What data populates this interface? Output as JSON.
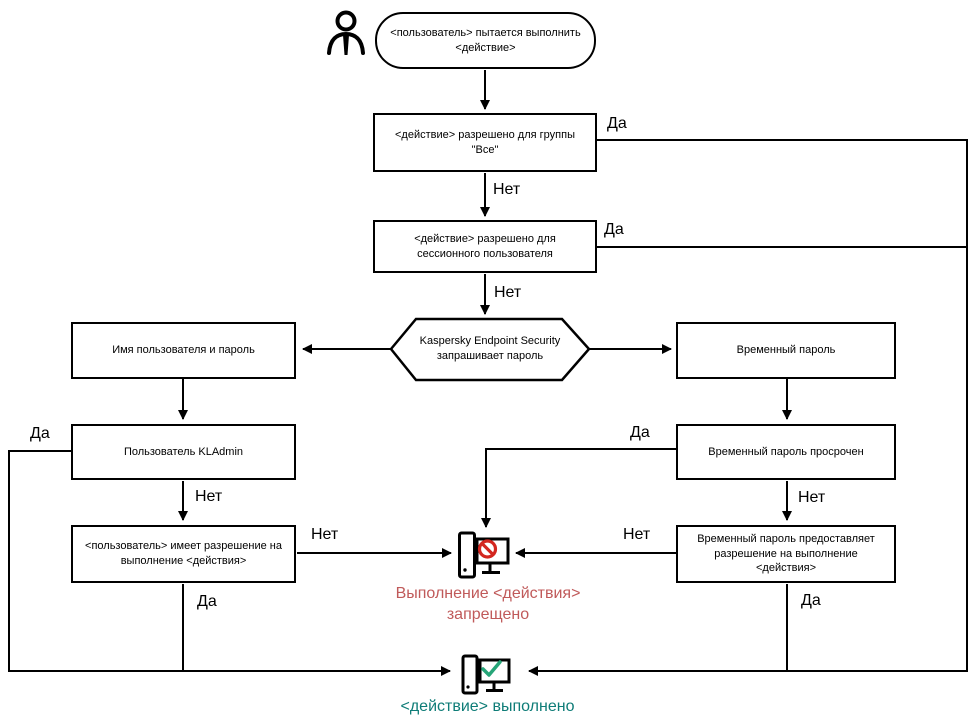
{
  "labels": {
    "yes": "Да",
    "no": "Нет"
  },
  "colors": {
    "line": "#000000",
    "denied_text": "#c05a5a",
    "done_text": "#0e7c77",
    "prohibition": "#d3261f",
    "check": "#26a578"
  },
  "nodes": {
    "start": "<пользователь> пытается выполнить <действие>",
    "action_allowed_all_group": "<действие> разрешено для группы \"Все\"",
    "action_allowed_session_user": "<действие> разрешено для сессионного пользователя",
    "kes_prompts_password": "Kaspersky Endpoint Security запрашивает пароль",
    "username_and_password": "Имя пользователя и пароль",
    "temporary_password": "Временный пароль",
    "user_kladmin": "Пользователь KLAdmin",
    "user_has_permission": "<пользователь> имеет разрешение на выполнение <действия>",
    "temporary_password_expired": "Временный пароль просрочен",
    "temporary_password_grants": "Временный пароль предоставляет разрешение на выполнение <действия>",
    "action_denied": "Выполнение <действия> запрещено",
    "action_done": "<действие> выполнено"
  }
}
